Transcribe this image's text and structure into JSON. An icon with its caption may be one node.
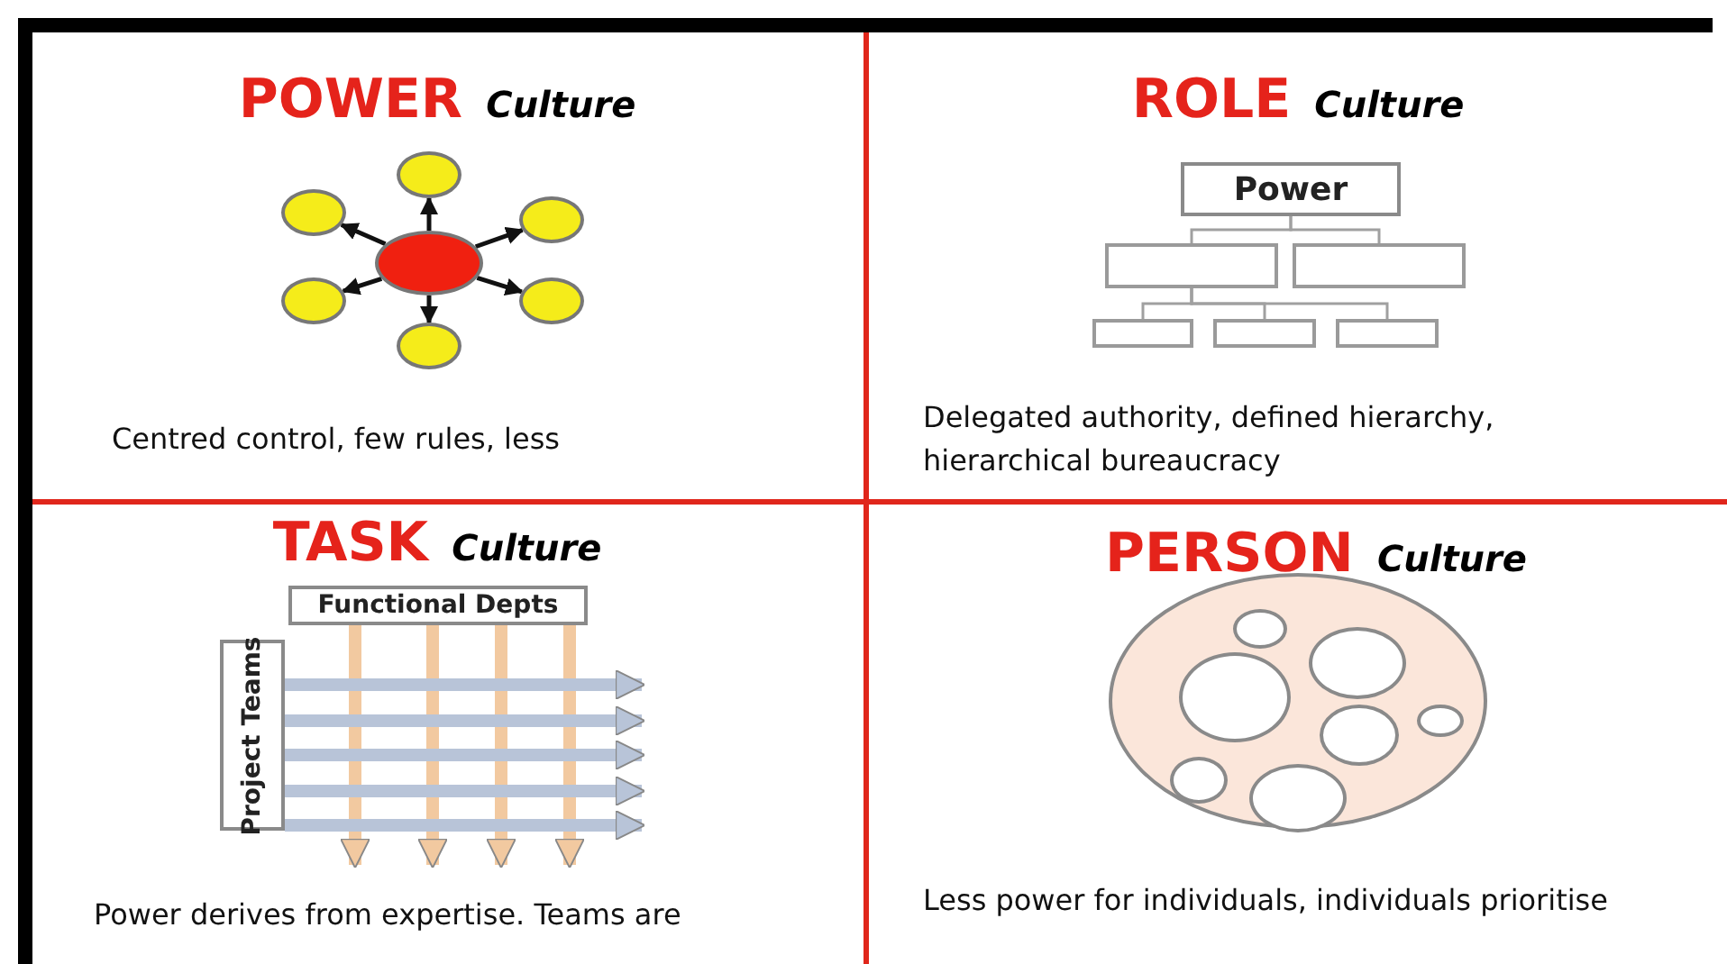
{
  "diagram": {
    "nodes": [
      {
        "text": [],
        "shape": "circle"
      },
      {
        "text": [],
        "shape": "circle"
      },
      {
        "text": [],
        "shape": "circle"
      },
      {
        "text": [],
        "shape": "circle"
      },
      {
        "text": [],
        "shape": "circle"
      },
      {
        "text": [],
        "shape": "circle"
      },
      {
        "text": [],
        "shape": "circle"
      },
      {
        "text": [
          "Power"
        ]
      },
      {
        "text": [],
        "shape": "box"
      },
      {
        "text": [],
        "shape": "box"
      },
      {
        "text": [],
        "shape": "box"
      },
      {
        "text": [],
        "shape": "box"
      },
      {
        "text": [],
        "shape": "box"
      },
      {
        "text": [
          "Functional Depts"
        ]
      },
      {
        "text": [
          "Project Teams"
        ]
      },
      {
        "text": [],
        "shape": "circle"
      },
      {
        "text": [],
        "shape": "circle",
        "in": 15
      },
      {
        "text": [],
        "shape": "circle",
        "in": 15
      },
      {
        "text": [],
        "shape": "circle",
        "in": 15
      },
      {
        "text": [],
        "shape": "circle",
        "in": 15
      },
      {
        "text": [],
        "shape": "circle",
        "in": 15
      },
      {
        "text": [],
        "shape": "circle",
        "in": 15
      },
      {
        "text": [],
        "shape": "circle",
        "in": 15
      }
    ],
    "edges": [
      {
        "from": 0,
        "to": 1,
        "arrow": "to"
      },
      {
        "from": 0,
        "to": 2,
        "arrow": "to"
      },
      {
        "from": 0,
        "to": 3,
        "arrow": "to"
      },
      {
        "from": 0,
        "to": 4,
        "arrow": "to"
      },
      {
        "from": 0,
        "to": 5,
        "arrow": "to"
      },
      {
        "from": 0,
        "to": 6,
        "arrow": "to"
      },
      {
        "from": 7,
        "to": 8,
        "arrow": "none",
        "color": "#a0a0a0"
      },
      {
        "from": 7,
        "to": 9,
        "arrow": "none",
        "color": "#a0a0a0"
      },
      {
        "from": 8,
        "to": 10,
        "arrow": "none",
        "color": "#a0a0a0"
      },
      {
        "from": 8,
        "to": 11,
        "arrow": "none",
        "color": "#a0a0a0"
      },
      {
        "from": 8,
        "to": 12,
        "arrow": "none",
        "color": "#a0a0a0"
      },
      {
        "from": 13,
        "to": null,
        "arrow": "to",
        "style": "thick",
        "color": "#f2c9a0"
      },
      {
        "from": 13,
        "to": null,
        "arrow": "to",
        "style": "thick",
        "color": "#f2c9a0"
      },
      {
        "from": 13,
        "to": null,
        "arrow": "to",
        "style": "thick",
        "color": "#f2c9a0"
      },
      {
        "from": 13,
        "to": null,
        "arrow": "to",
        "style": "thick",
        "color": "#f2c9a0"
      },
      {
        "from": 14,
        "to": null,
        "arrow": "to",
        "style": "thick",
        "color": "#b8c4d8"
      },
      {
        "from": 14,
        "to": null,
        "arrow": "to",
        "style": "thick",
        "color": "#b8c4d8"
      },
      {
        "from": 14,
        "to": null,
        "arrow": "to",
        "style": "thick",
        "color": "#b8c4d8"
      },
      {
        "from": 14,
        "to": null,
        "arrow": "to",
        "style": "thick",
        "color": "#b8c4d8"
      },
      {
        "from": 14,
        "to": null,
        "arrow": "to",
        "style": "thick",
        "color": "#b8c4d8"
      }
    ],
    "labels": [
      "**POWER** *Culture*",
      "Centred control, few rules, less",
      "**ROLE** *Culture*",
      "Delegated authority, defined hierarchy, hierarchical bureaucracy",
      "**TASK** *Culture*",
      "Power derives from expertise. Teams are",
      "**PERSON** *Culture*",
      "Less power for individuals, individuals prioritise"
    ]
  }
}
